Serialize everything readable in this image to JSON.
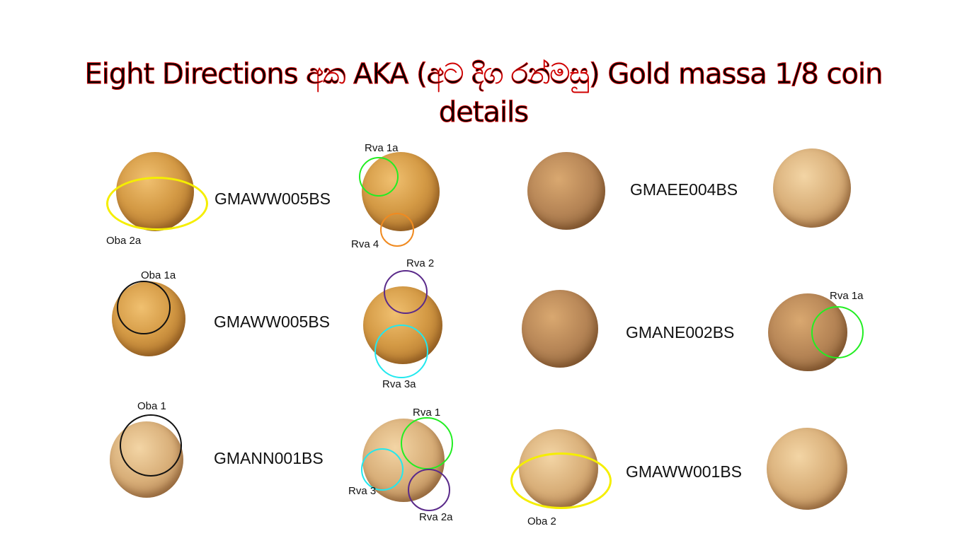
{
  "title": "Eight Directions අක AKA (අට දිග රන්මසු) Gold  massa 1/8 coin details",
  "rows": [
    {
      "left_code": "GMAWW005BS",
      "right_code": "GMAEE004BS"
    },
    {
      "left_code": "GMAWW005BS",
      "right_code": "GMANE002BS"
    },
    {
      "left_code": "GMANN001BS",
      "right_code": "GMAWW001BS"
    }
  ],
  "annotations": {
    "oba2a": "Oba 2a",
    "rva1a_top": "Rva 1a",
    "rva4": "Rva 4",
    "oba1a": "Oba 1a",
    "rva2": "Rva 2",
    "rva3a": "Rva 3a",
    "oba1": "Oba 1",
    "rva1": "Rva 1",
    "rva3": "Rva 3",
    "rva2a": "Rva 2a",
    "rva1a_right": "Rva 1a",
    "oba2": "Oba 2"
  },
  "colors": {
    "yellow": "#f5ee00",
    "green": "#22ee22",
    "orange": "#f08a20",
    "black": "#111111",
    "purple": "#5a2a8a",
    "cyan": "#22e8ee"
  }
}
